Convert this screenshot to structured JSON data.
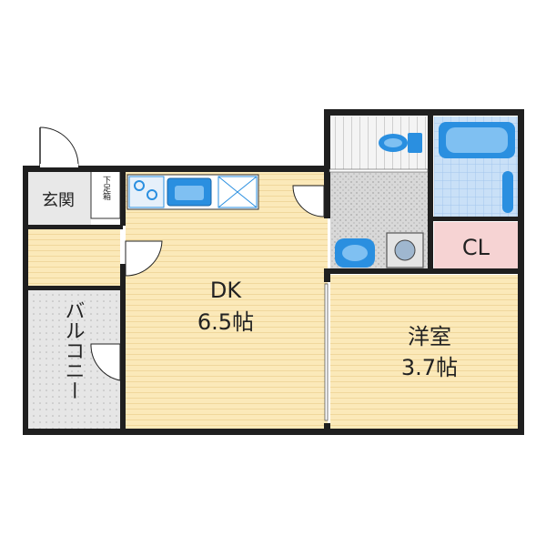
{
  "rooms": {
    "dk": {
      "name": "DK",
      "size": "6.5帖"
    },
    "western": {
      "name": "洋室",
      "size": "3.7帖"
    },
    "closet": {
      "name": "CL"
    },
    "entrance": {
      "name": "玄関"
    },
    "shoe_box": {
      "name": "下足箱"
    },
    "balcony": {
      "name": "バルコニー"
    }
  },
  "colors": {
    "wall": "#1f1f1f",
    "floor_wood": "#fbe9b9",
    "floor_lines": "#f2d9a0",
    "closet_fill": "#f7d4d4",
    "tile_gray": "#d9d9d9",
    "bath_blue": "#2a8fe0",
    "bath_tile": "#bcd9f6",
    "balcony_fill": "#e2e2e2"
  },
  "icons": [
    "door-swing-icon",
    "stove-icon",
    "sink-icon",
    "fridge-space-icon",
    "toilet-icon",
    "bathtub-icon",
    "washbasin-icon",
    "washing-machine-icon"
  ]
}
